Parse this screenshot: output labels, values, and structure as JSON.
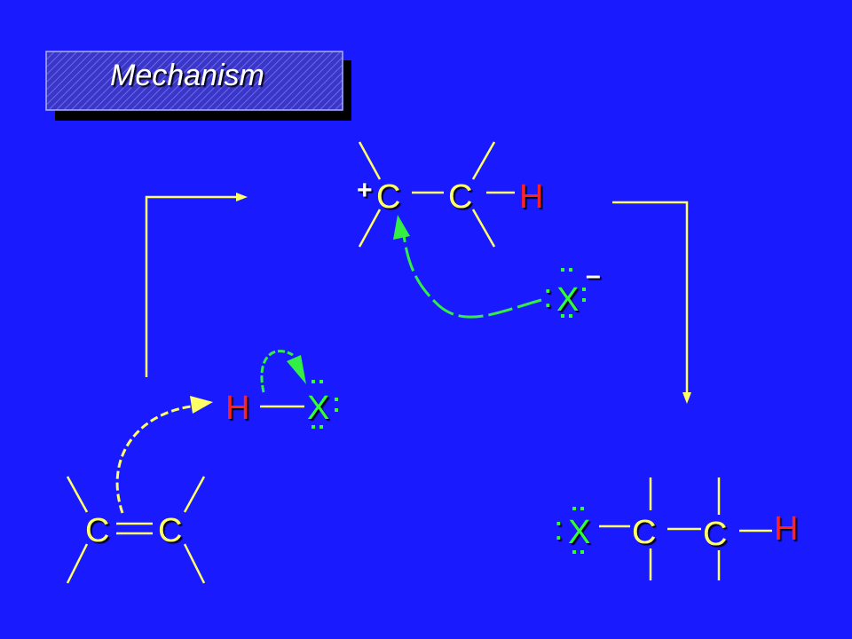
{
  "title": "Mechanism",
  "colors": {
    "background": "#1a1aff",
    "bond": "#ffff66",
    "carbon": "#ffff66",
    "hydrogen": "#ff2020",
    "halogen": "#33ff33",
    "arrow_green": "#33ee44",
    "arrow_yellow": "#ffff66"
  },
  "alkene": {
    "c1": "C",
    "c2": "C"
  },
  "reagent": {
    "h": "H",
    "x": "X"
  },
  "carbocation": {
    "charge": "+",
    "c1": "C",
    "c2": "C",
    "h": "H"
  },
  "halide_ion": {
    "x": "X",
    "charge": "–",
    "lone_pair": ":"
  },
  "product": {
    "x": "X",
    "c1": "C",
    "c2": "C",
    "h": "H",
    "lone_pair": ":"
  }
}
